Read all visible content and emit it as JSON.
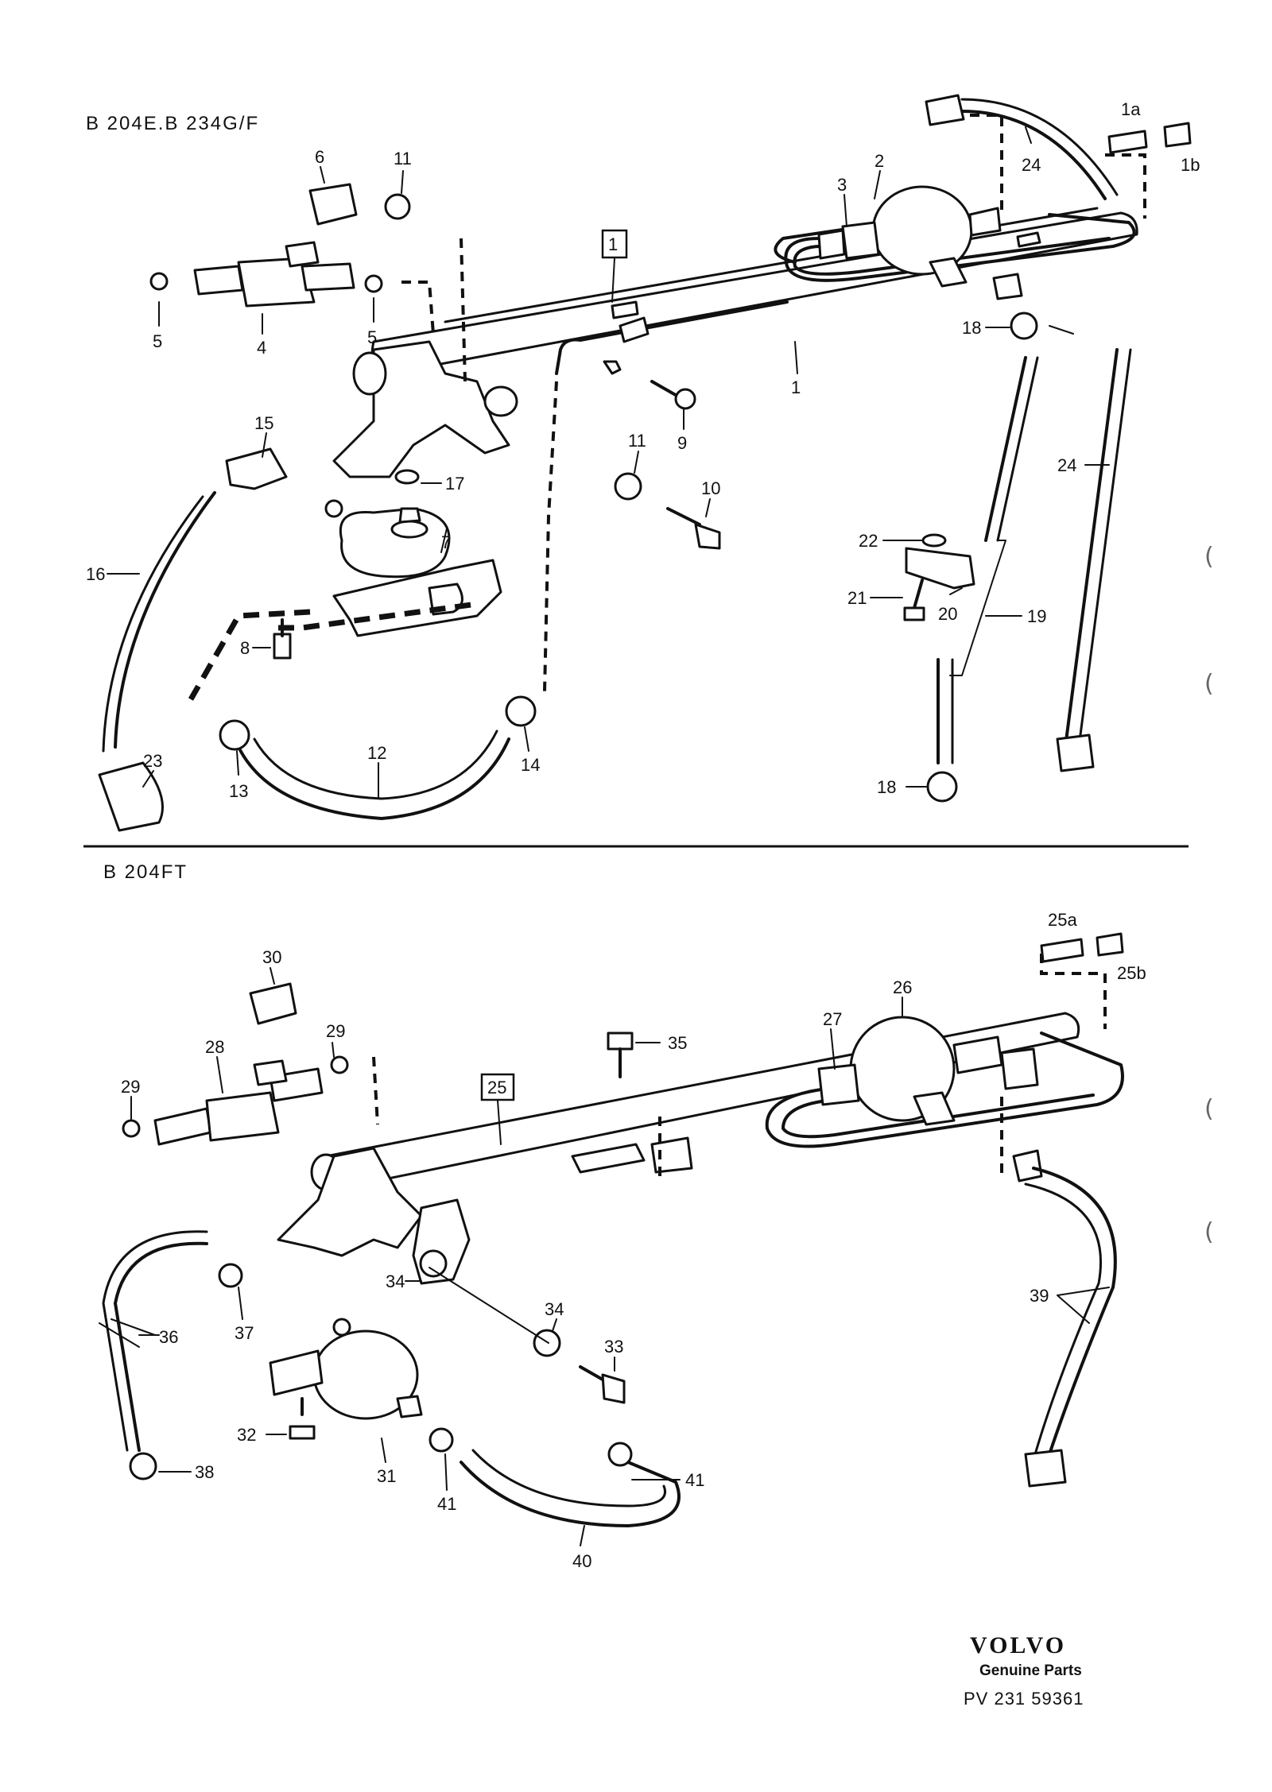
{
  "sections": {
    "upper": {
      "title": "B 204E.B 234G/F"
    },
    "lower": {
      "title": "B 204FT"
    }
  },
  "callouts": {
    "c1": "1",
    "c1_boxed": "1",
    "c1a": "1a",
    "c1b": "1b",
    "c2": "2",
    "c3": "3",
    "c4": "4",
    "c5a": "5",
    "c5b": "5",
    "c6": "6",
    "c7": "7",
    "c8": "8",
    "c9": "9",
    "c10": "10",
    "c11a": "11",
    "c11b": "11",
    "c12": "12",
    "c13": "13",
    "c14": "14",
    "c15": "15",
    "c16": "16",
    "c17": "17",
    "c18a": "18",
    "c18b": "18",
    "c19": "19",
    "c20": "20",
    "c21": "21",
    "c22": "22",
    "c23": "23",
    "c24a": "24",
    "c24b": "24",
    "c25_boxed": "25",
    "c25a": "25a",
    "c25b": "25b",
    "c26": "26",
    "c27": "27",
    "c28": "28",
    "c29a": "29",
    "c29b": "29",
    "c30": "30",
    "c31": "31",
    "c32": "32",
    "c33": "33",
    "c34a": "34",
    "c34b": "34",
    "c35": "35",
    "c36": "36",
    "c37": "37",
    "c38": "38",
    "c39": "39",
    "c40": "40",
    "c41a": "41",
    "c41b": "41"
  },
  "footer": {
    "brand": "VOLVO",
    "tagline": "Genuine Parts",
    "reference": "PV  231 59361"
  },
  "margin_marks": [
    "(",
    "(",
    "(",
    "("
  ]
}
